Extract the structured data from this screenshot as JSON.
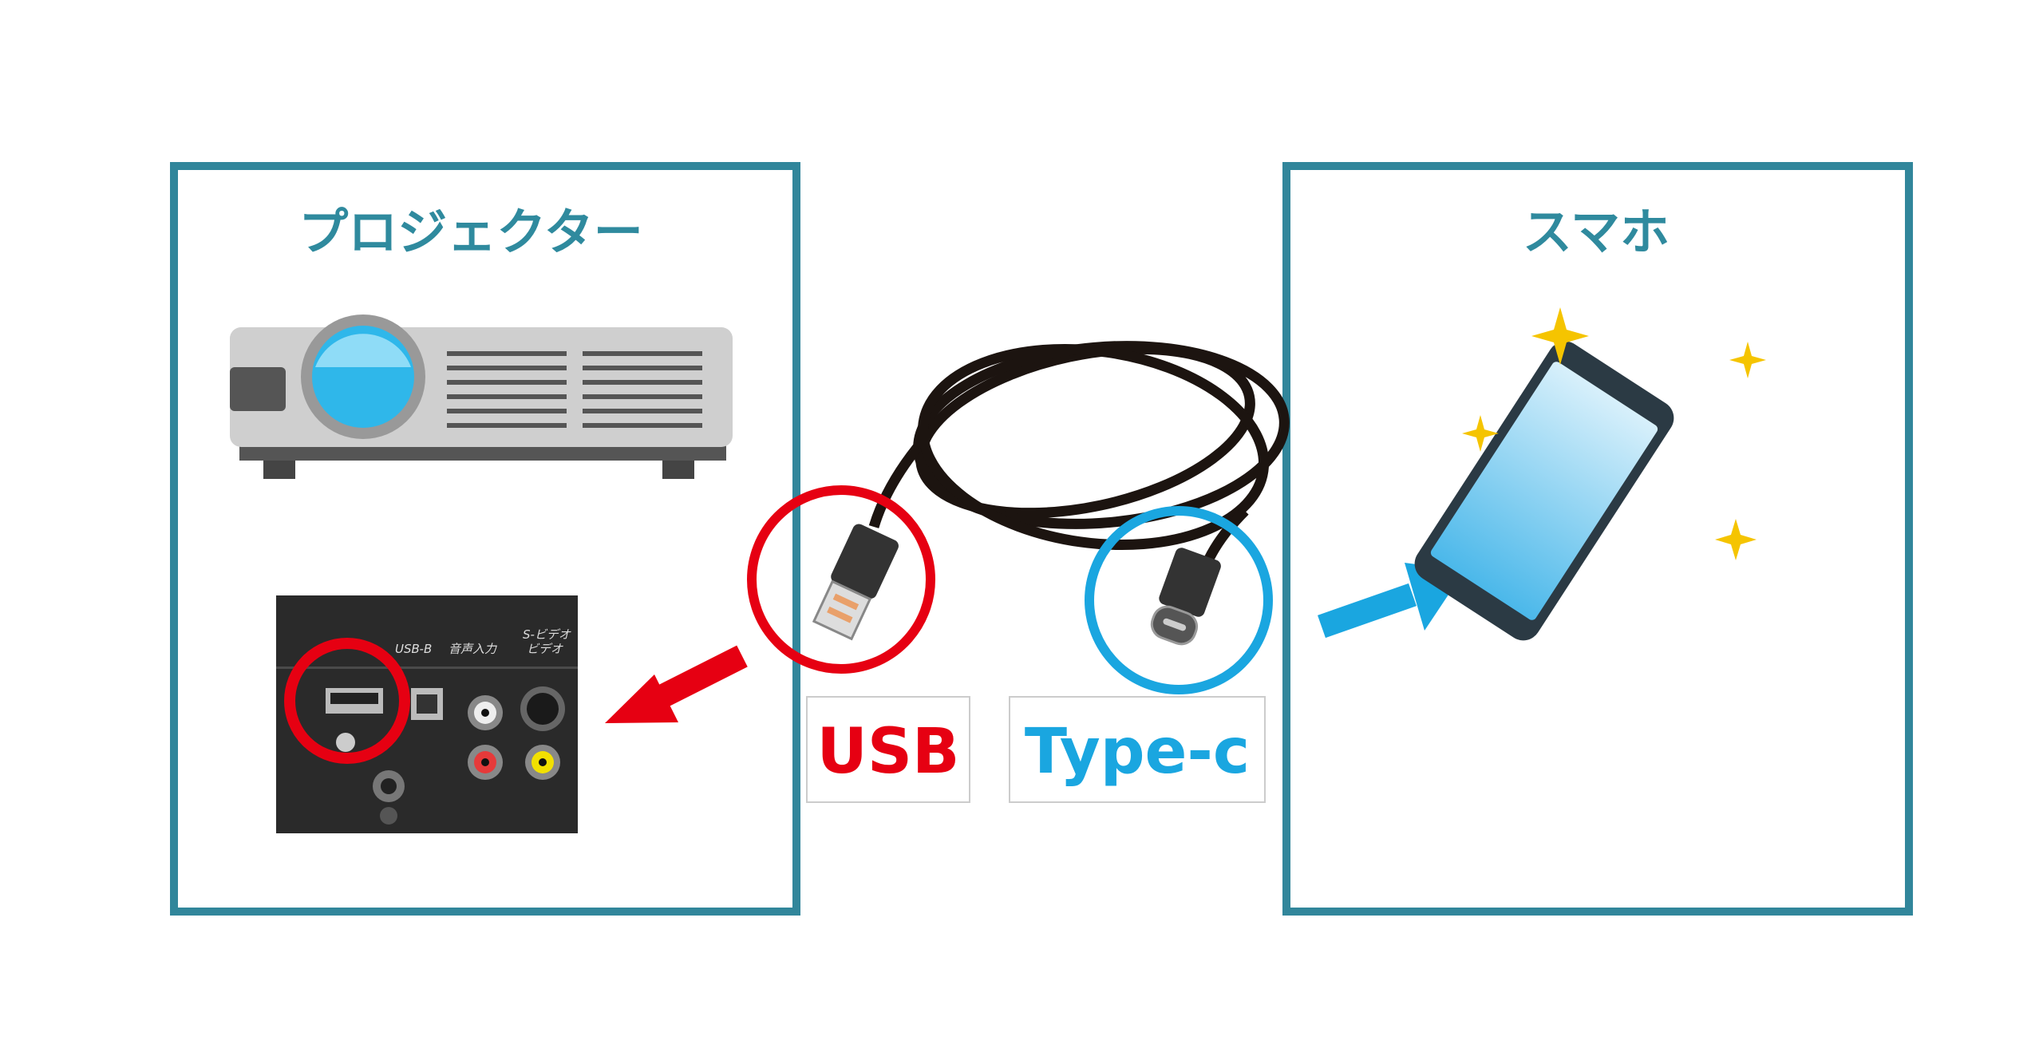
{
  "left_panel": {
    "title": "プロジェクター",
    "port_labels": [
      "USB-B",
      "音声入力",
      "S-ビデオ",
      "ビデオ"
    ]
  },
  "right_panel": {
    "title": "スマホ"
  },
  "labels": {
    "usb": "USB",
    "type_c": "Type-c"
  },
  "colors": {
    "frame": "#31869b",
    "usb": "#e60012",
    "type_c": "#1aa6e0"
  }
}
